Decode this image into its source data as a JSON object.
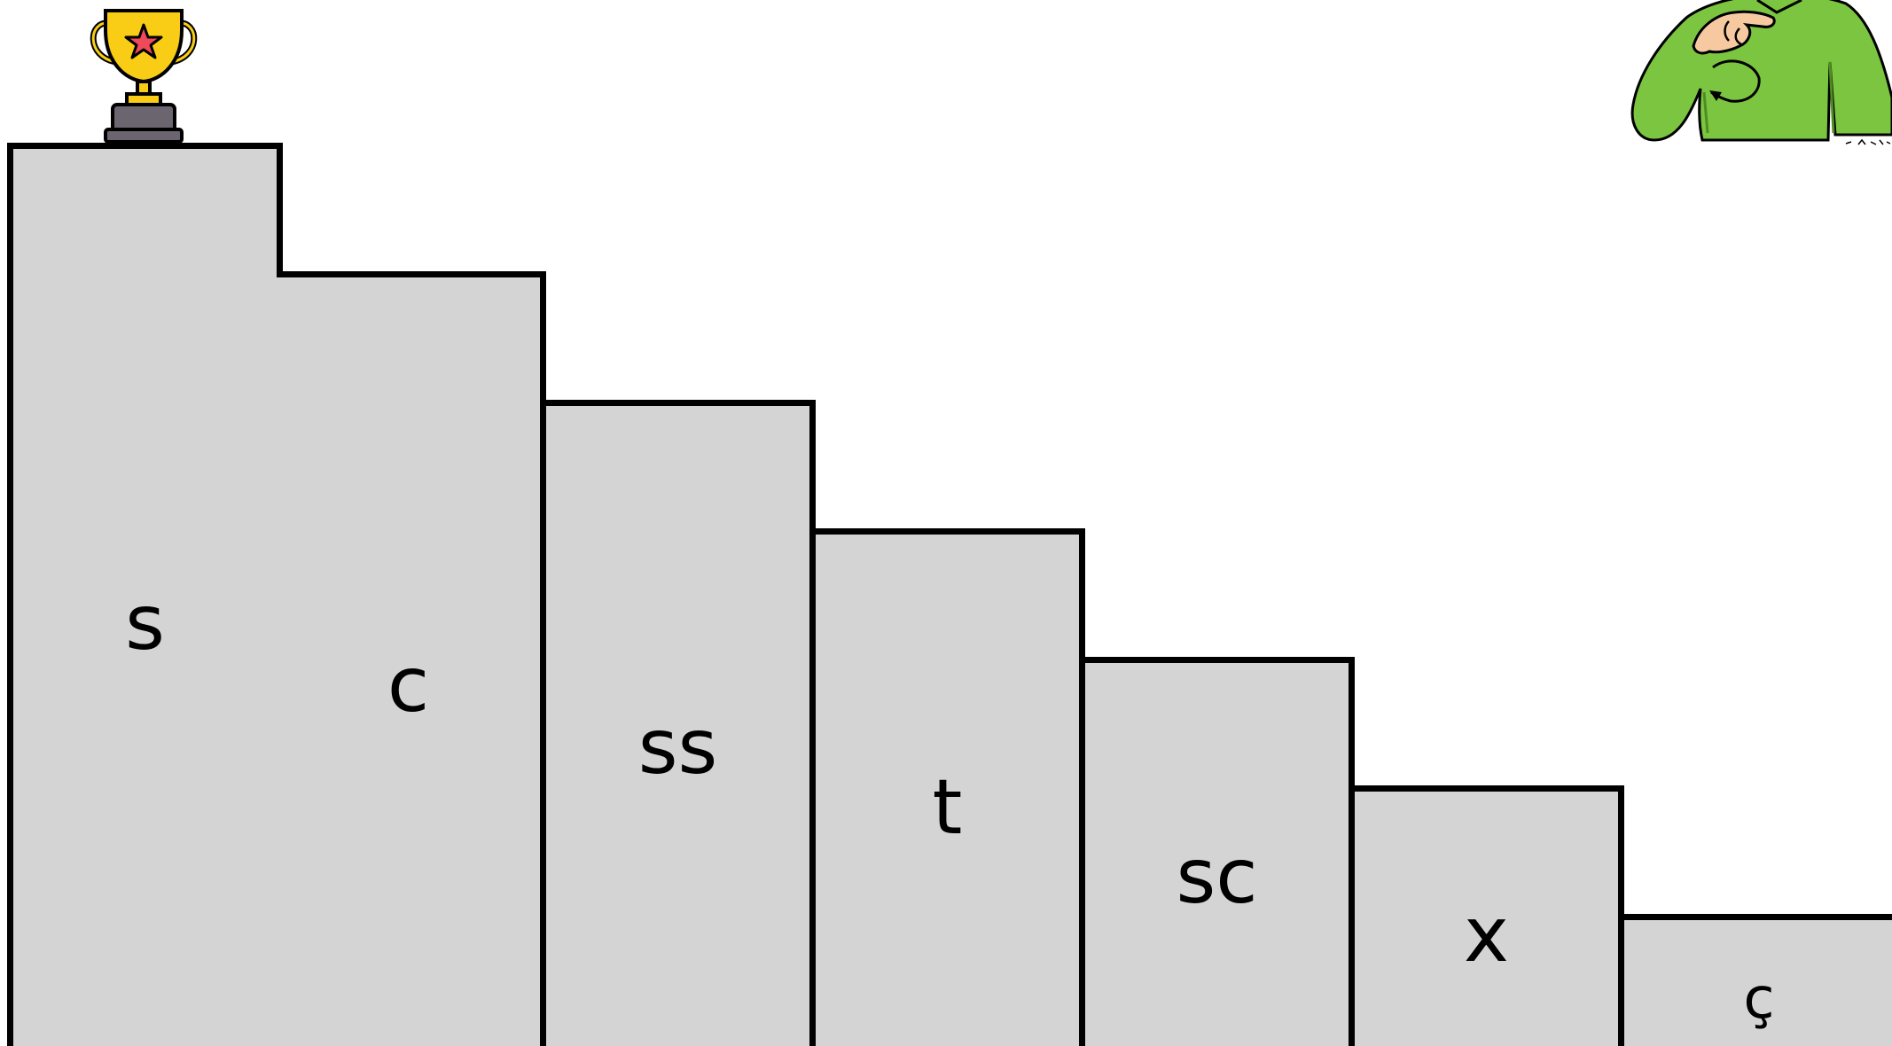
{
  "staircase": {
    "steps": [
      {
        "label": "s",
        "rank": 1
      },
      {
        "label": "c",
        "rank": 2
      },
      {
        "label": "ss",
        "rank": 3
      },
      {
        "label": "t",
        "rank": 4
      },
      {
        "label": "sc",
        "rank": 5
      },
      {
        "label": "x",
        "rank": 6
      },
      {
        "label": "ç",
        "rank": 7
      }
    ],
    "colors": {
      "step_fill": "#d4d4d4",
      "border": "#000000",
      "trophy_gold": "#f9cd15",
      "trophy_star": "#ee4a5a",
      "trophy_base": "#6b6570",
      "shirt_green": "#7cc540",
      "skin": "#f7c9a0"
    },
    "icons": {
      "trophy": "trophy-icon",
      "person": "person-pointing-at-self-illustration"
    }
  }
}
